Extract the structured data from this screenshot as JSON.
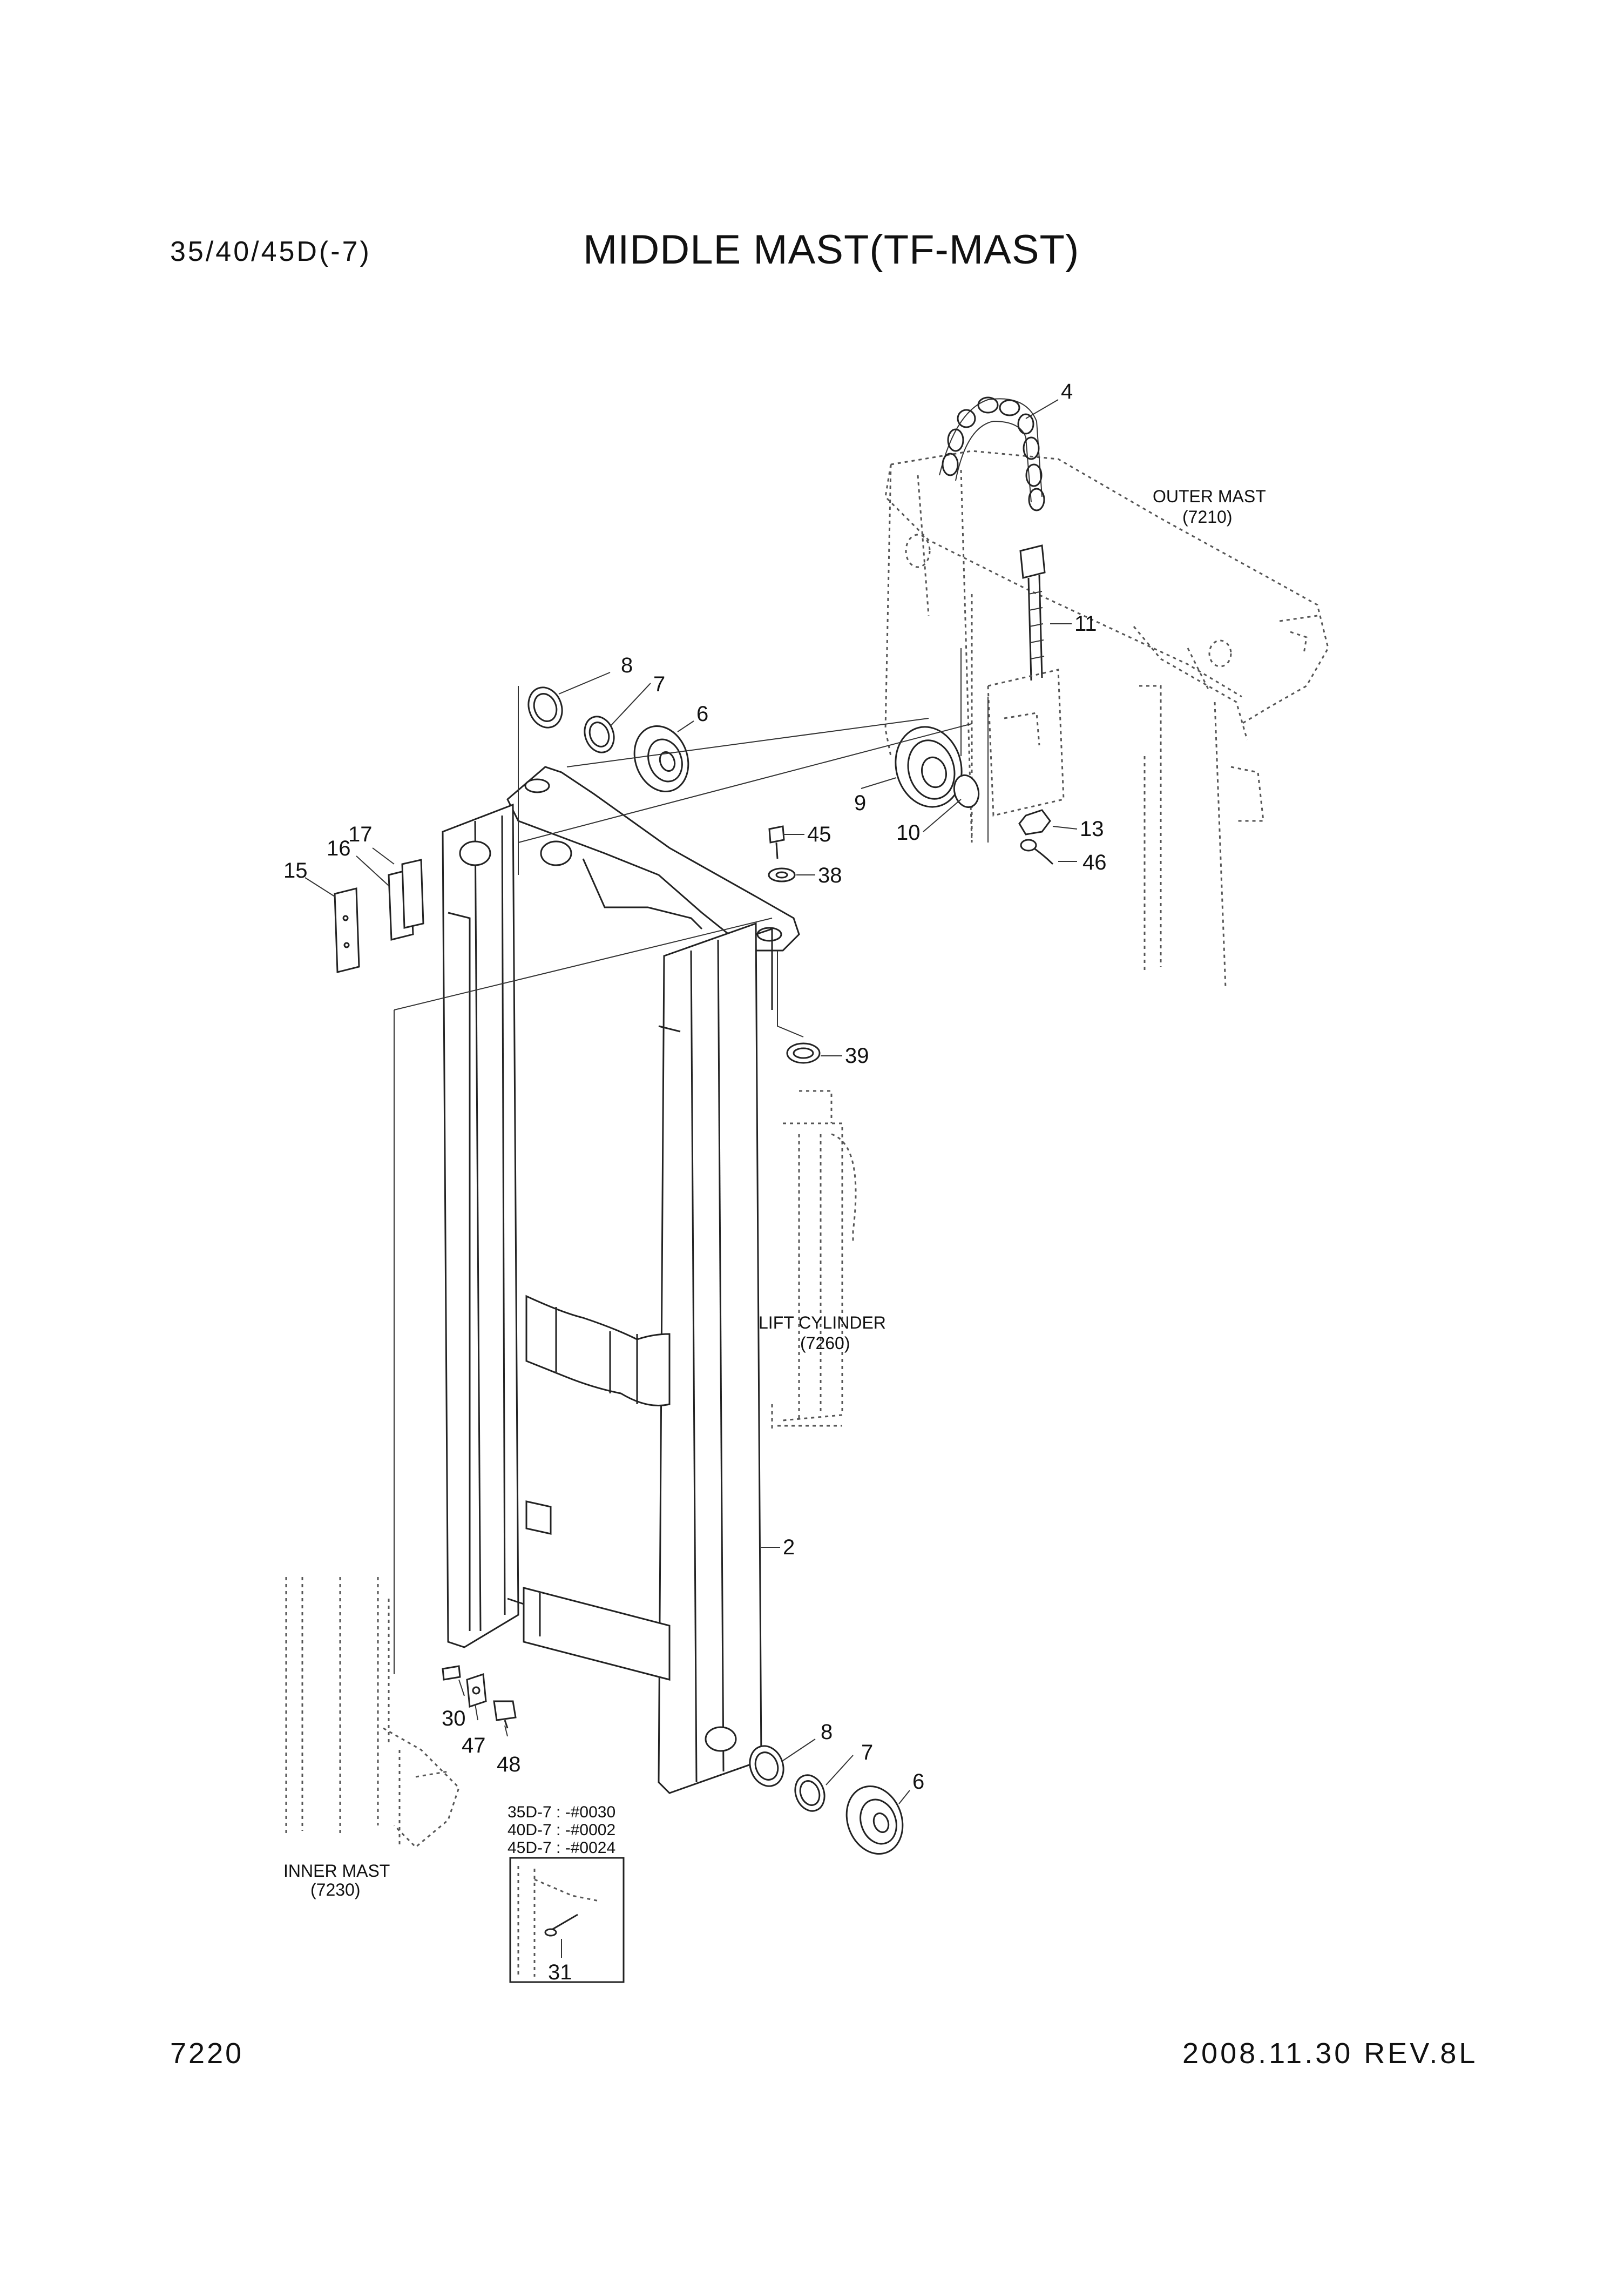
{
  "header": {
    "model": "35/40/45D(-7)",
    "title": "MIDDLE MAST(TF-MAST)"
  },
  "footer": {
    "page_number": "7220",
    "revision": "2008.11.30  REV.8L"
  },
  "references": {
    "outer_mast": {
      "name": "OUTER MAST",
      "code": "(7210)"
    },
    "lift_cylinder": {
      "name": "LIFT CYLINDER",
      "code": "(7260)"
    },
    "inner_mast": {
      "name": "INNER MAST",
      "code": "(7230)"
    }
  },
  "serial_note": [
    "35D-7 : -#0030",
    "40D-7 : -#0002",
    "45D-7 : -#0024"
  ],
  "part_callouts": {
    "p4": "4",
    "p11": "11",
    "p8a": "8",
    "p7a": "7",
    "p6a": "6",
    "p9": "9",
    "p10": "10",
    "p13": "13",
    "p46": "46",
    "p45": "45",
    "p38": "38",
    "p17": "17",
    "p16": "16",
    "p15": "15",
    "p39": "39",
    "p2": "2",
    "p30": "30",
    "p47": "47",
    "p48": "48",
    "p8b": "8",
    "p7b": "7",
    "p6b": "6",
    "p31": "31"
  }
}
